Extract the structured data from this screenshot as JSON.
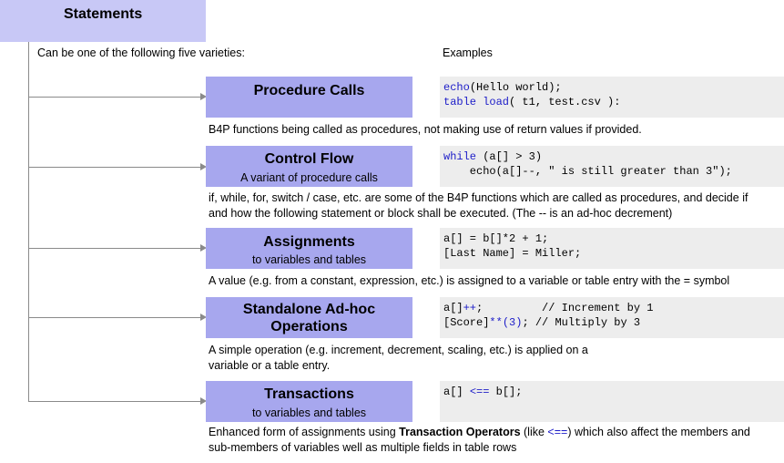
{
  "header": {
    "title": "Statements"
  },
  "intro": "Can be one of the following five varieties:",
  "examples_label": "Examples",
  "items": [
    {
      "title": "Procedure Calls",
      "subtitle": "",
      "code": [
        [
          {
            "t": "echo",
            "k": true
          },
          {
            "t": "(Hello world);",
            "k": false
          }
        ],
        [
          {
            "t": "table load",
            "k": true
          },
          {
            "t": "( t1, test.csv ):",
            "k": false
          }
        ]
      ],
      "desc": "B4P functions being called as procedures, not making use of return values if provided."
    },
    {
      "title": "Control Flow",
      "subtitle": "A variant of procedure calls",
      "code": [
        [
          {
            "t": "while",
            "k": true
          },
          {
            "t": " (a[] > 3)",
            "k": false
          }
        ],
        [
          {
            "t": "    echo(a[]--, \" is still greater than 3\");",
            "k": false
          }
        ]
      ],
      "desc": "if, while, for, switch / case, etc. are some of the B4P functions which are called as procedures, and decide if and how the following statement or block shall be executed. (The -- is an ad-hoc decrement)"
    },
    {
      "title": "Assignments",
      "subtitle": "to variables and tables",
      "code": [
        [
          {
            "t": "a[] = b[]*2 + 1;",
            "k": false
          }
        ],
        [
          {
            "t": "[Last Name] = Miller;",
            "k": false
          }
        ]
      ],
      "desc": "A value (e.g. from a constant, expression, etc.) is assigned to a variable or table entry with the = symbol"
    },
    {
      "title": "Standalone Ad-hoc Operations",
      "subtitle": "",
      "code": [
        [
          {
            "t": "a[]",
            "k": false
          },
          {
            "t": "++",
            "k": true
          },
          {
            "t": ";         // Increment by 1",
            "k": false
          }
        ],
        [
          {
            "t": "[Score]",
            "k": false
          },
          {
            "t": "**(3)",
            "k": true
          },
          {
            "t": "; // Multiply by 3",
            "k": false
          }
        ]
      ],
      "desc": "A simple operation (e.g. increment, decrement, scaling, etc.) is applied on a variable or a table entry."
    },
    {
      "title": "Transactions",
      "subtitle": "to variables and tables",
      "code": [
        [
          {
            "t": "a[] ",
            "k": false
          },
          {
            "t": "<==",
            "k": true
          },
          {
            "t": " b[];",
            "k": false
          }
        ]
      ],
      "desc_parts": [
        "Enhanced form of assignments using ",
        "Transaction Operators",
        " (like ",
        "<==",
        ") which also affect the members and sub-members of variables  well as multiple fields in table rows"
      ]
    }
  ]
}
